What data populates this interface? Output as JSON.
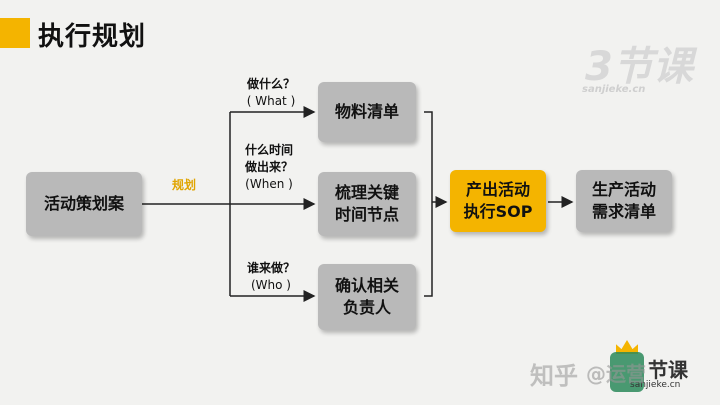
{
  "title": "执行规划",
  "nodes": {
    "start": "活动策划案",
    "materials": "物料清单",
    "timeline": "梳理关键\n时间节点",
    "owner": "确认相关\n负责人",
    "sop": "产出活动\n执行SOP",
    "demand": "生产活动\n需求清单"
  },
  "edge_labels": {
    "plan": "规划",
    "what_q": "做什么？",
    "what_en": "( What )",
    "when_q1": "什么时间",
    "when_q2": "做出来？",
    "when_en": "(When )",
    "who_q": "谁来做？",
    "who_en": "(Who )"
  },
  "watermark": {
    "top_brand": "3节课",
    "top_site": "sanjieke.cn",
    "zhihu": "知乎",
    "bottom_brand": "节课",
    "bottom_site": "sanjieke.cn",
    "handle": "@运营"
  },
  "colors": {
    "accent": "#f4b400",
    "box": "#b9b9b9",
    "line": "#222222"
  }
}
